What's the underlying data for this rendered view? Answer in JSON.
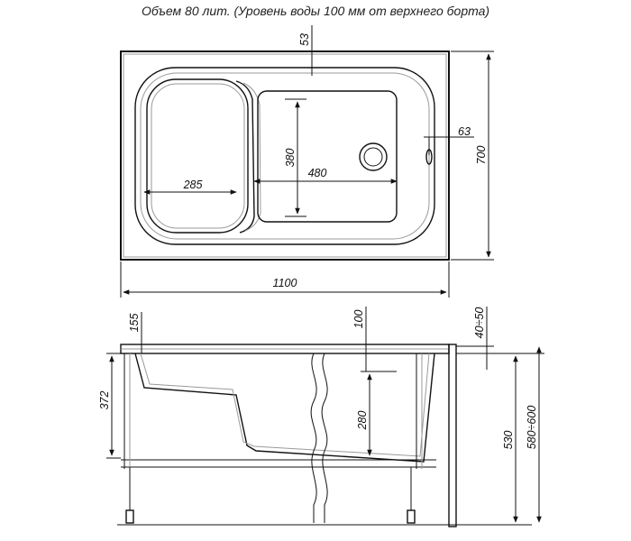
{
  "title": "Объем 80 лит. (Уровень воды 100 мм от верхнего борта)",
  "top_view": {
    "dim_53": "53",
    "dim_63": "63",
    "dim_700": "700",
    "dim_380": "380",
    "dim_480": "480",
    "dim_285": "285",
    "dim_1100": "1100"
  },
  "side_view": {
    "dim_155": "155",
    "dim_100": "100",
    "dim_40_50": "40÷50",
    "dim_372": "372",
    "dim_280": "280",
    "dim_530": "530",
    "dim_580_600": "580÷600"
  }
}
